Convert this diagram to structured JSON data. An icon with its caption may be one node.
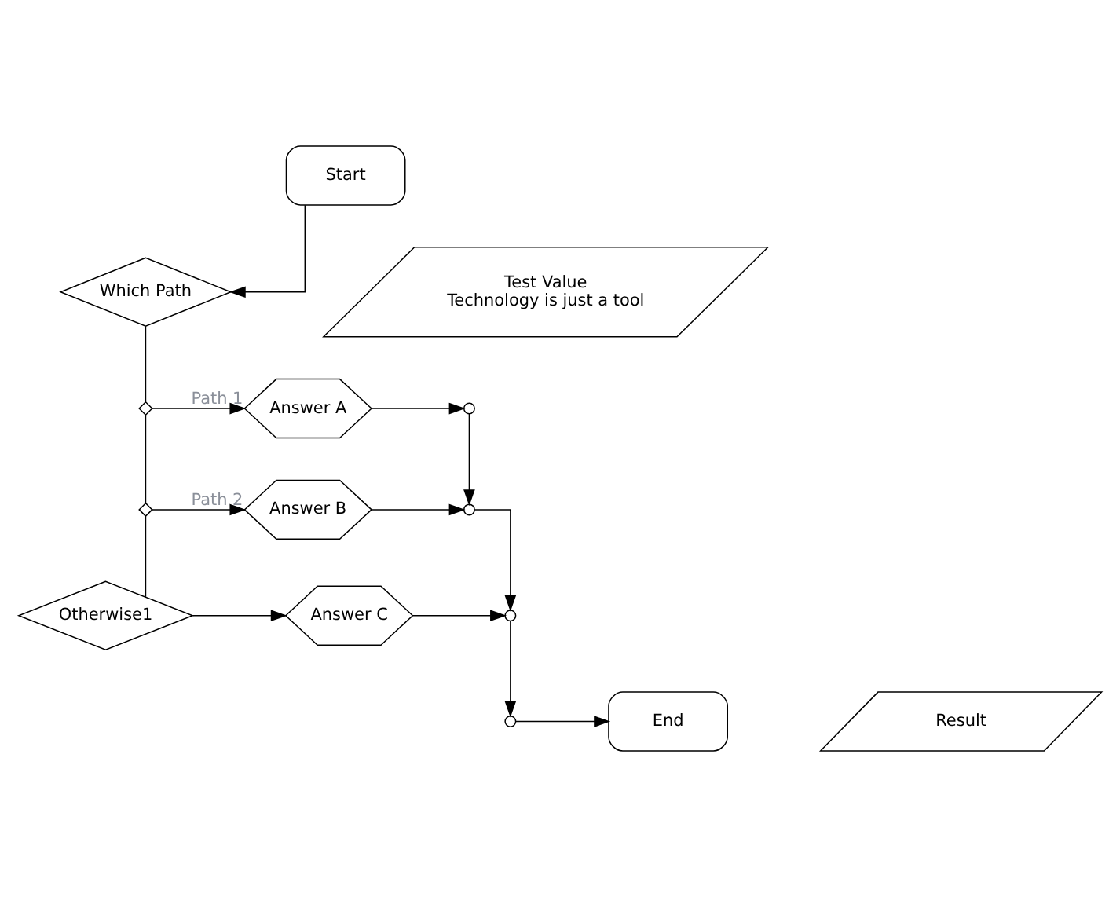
{
  "diagram": {
    "nodes": [
      {
        "text": [
          "Start"
        ]
      },
      {
        "text": [
          "Which Path"
        ]
      },
      {
        "text": [
          "Test Value",
          "Technology is just a tool"
        ]
      },
      {
        "text": [],
        "shape": "diamond"
      },
      {
        "text": [
          "Answer A"
        ]
      },
      {
        "text": [],
        "shape": "circle"
      },
      {
        "text": [],
        "shape": "diamond"
      },
      {
        "text": [
          "Answer B"
        ]
      },
      {
        "text": [],
        "shape": "circle"
      },
      {
        "text": [
          "Otherwise1"
        ]
      },
      {
        "text": [
          "Answer C"
        ]
      },
      {
        "text": [],
        "shape": "circle"
      },
      {
        "text": [
          "Result"
        ]
      },
      {
        "text": [
          "End"
        ]
      },
      {
        "text": [],
        "shape": "circle"
      }
    ],
    "edges": [
      {
        "from": 0,
        "to": 1,
        "arrow": "to"
      },
      {
        "from": 1,
        "to": 3,
        "arrow": "none"
      },
      {
        "from": 3,
        "to": 4,
        "arrow": "to",
        "label": "Path 1"
      },
      {
        "from": 4,
        "to": 5,
        "arrow": "to"
      },
      {
        "from": 3,
        "to": 6,
        "arrow": "none"
      },
      {
        "from": 6,
        "to": 7,
        "arrow": "to",
        "label": "Path 2"
      },
      {
        "from": 7,
        "to": 8,
        "arrow": "to"
      },
      {
        "from": 6,
        "to": 9,
        "arrow": "none"
      },
      {
        "from": 9,
        "to": 10,
        "arrow": "to"
      },
      {
        "from": 10,
        "to": 11,
        "arrow": "to"
      },
      {
        "from": 5,
        "to": 8,
        "arrow": "to"
      },
      {
        "from": 8,
        "to": 11,
        "arrow": "to"
      },
      {
        "from": 11,
        "to": 14,
        "arrow": "to"
      },
      {
        "from": 14,
        "to": 13,
        "arrow": "to"
      }
    ]
  }
}
